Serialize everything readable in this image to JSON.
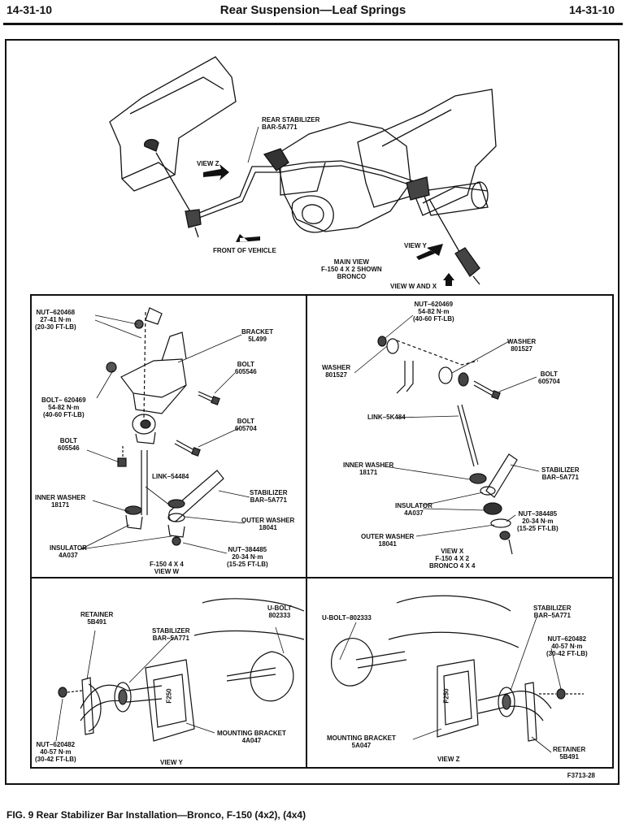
{
  "header": {
    "page_left": "14-31-10",
    "title": "Rear Suspension—Leaf Springs",
    "page_right": "14-31-10"
  },
  "main_view": {
    "rear_stabilizer_bar": [
      "REAR STABILIZER",
      "BAR-5A771"
    ],
    "view_z": "VIEW Z",
    "front_of_vehicle": "FRONT OF VEHICLE",
    "view_y": "VIEW Y",
    "caption": [
      "MAIN VIEW",
      "F-150 4 X 2 SHOWN",
      "BRONCO"
    ],
    "view_w_and_x": "VIEW W AND X"
  },
  "view_w": {
    "nut_620468": [
      "NUT–620468",
      "27-41 N·m",
      "(20-30 FT-LB)"
    ],
    "bracket": [
      "BRACKET",
      "5L499"
    ],
    "bolt_605546_top": [
      "BOLT",
      "605546"
    ],
    "bolt_620469": [
      "BOLT– 620469",
      "54-82 N·m",
      "(40-60 FT-LB)"
    ],
    "bolt_605704": [
      "BOLT",
      "605704"
    ],
    "bolt_605546_left": [
      "BOLT",
      "605546"
    ],
    "link": "LINK–54484",
    "inner_washer": [
      "INNER WASHER",
      "18171"
    ],
    "stabilizer": [
      "STABILIZER",
      "BAR–5A771"
    ],
    "outer_washer": [
      "OUTER WASHER",
      "18041"
    ],
    "insulator": [
      "INSULATOR",
      "4A037"
    ],
    "nut_384485": [
      "NUT–384485",
      "20-34 N·m",
      "(15-25 FT-LB)"
    ],
    "caption": [
      "F-150 4 X 4",
      "VIEW W"
    ]
  },
  "view_x": {
    "nut_620469": [
      "NUT–620469",
      "54-82 N·m",
      "(40-60 FT-LB)"
    ],
    "washer_right": [
      "WASHER",
      "801527"
    ],
    "washer_left": [
      "WASHER",
      "801527"
    ],
    "bolt_605704": [
      "BOLT",
      "605704"
    ],
    "link": "LINK–5K484",
    "inner_washer": [
      "INNER WASHER",
      "18171"
    ],
    "stabilizer": [
      "STABILIZER",
      "BAR–5A771"
    ],
    "insulator": [
      "INSULATOR",
      "4A037"
    ],
    "nut_384485": [
      "NUT–384485",
      "20-34 N·m",
      "(15-25 FT-LB)"
    ],
    "outer_washer": [
      "OUTER WASHER",
      "18041"
    ],
    "caption": [
      "VIEW X",
      "F-150 4 X 2",
      "BRONCO 4 X 4"
    ]
  },
  "view_y": {
    "retainer": [
      "RETAINER",
      "5B491"
    ],
    "u_bolt": [
      "U-BOLT",
      "802333"
    ],
    "stabilizer": [
      "STABILIZER",
      "BAR–5A771"
    ],
    "f250": "F250",
    "mounting_bracket": [
      "MOUNTING BRACKET",
      "4A047"
    ],
    "nut_620482": [
      "NUT–620482",
      "40-57 N·m",
      "(30-42 FT-LB)"
    ],
    "caption": "VIEW Y"
  },
  "view_z": {
    "u_bolt": "U-BOLT–802333",
    "stabilizer": [
      "STABILIZER",
      "BAR–5A771"
    ],
    "nut_620482": [
      "NUT–620482",
      "40-57 N·m",
      "(30-42 FT-LB)"
    ],
    "f250": "F250",
    "mounting_bracket": [
      "MOUNTING BRACKET",
      "5A047"
    ],
    "retainer": [
      "RETAINER",
      "5B491"
    ],
    "caption": "VIEW Z"
  },
  "figure_id": "F3713-28",
  "caption": "FIG. 9 Rear Stabilizer Bar Installation—Bronco, F-150 (4x2), (4x4)"
}
